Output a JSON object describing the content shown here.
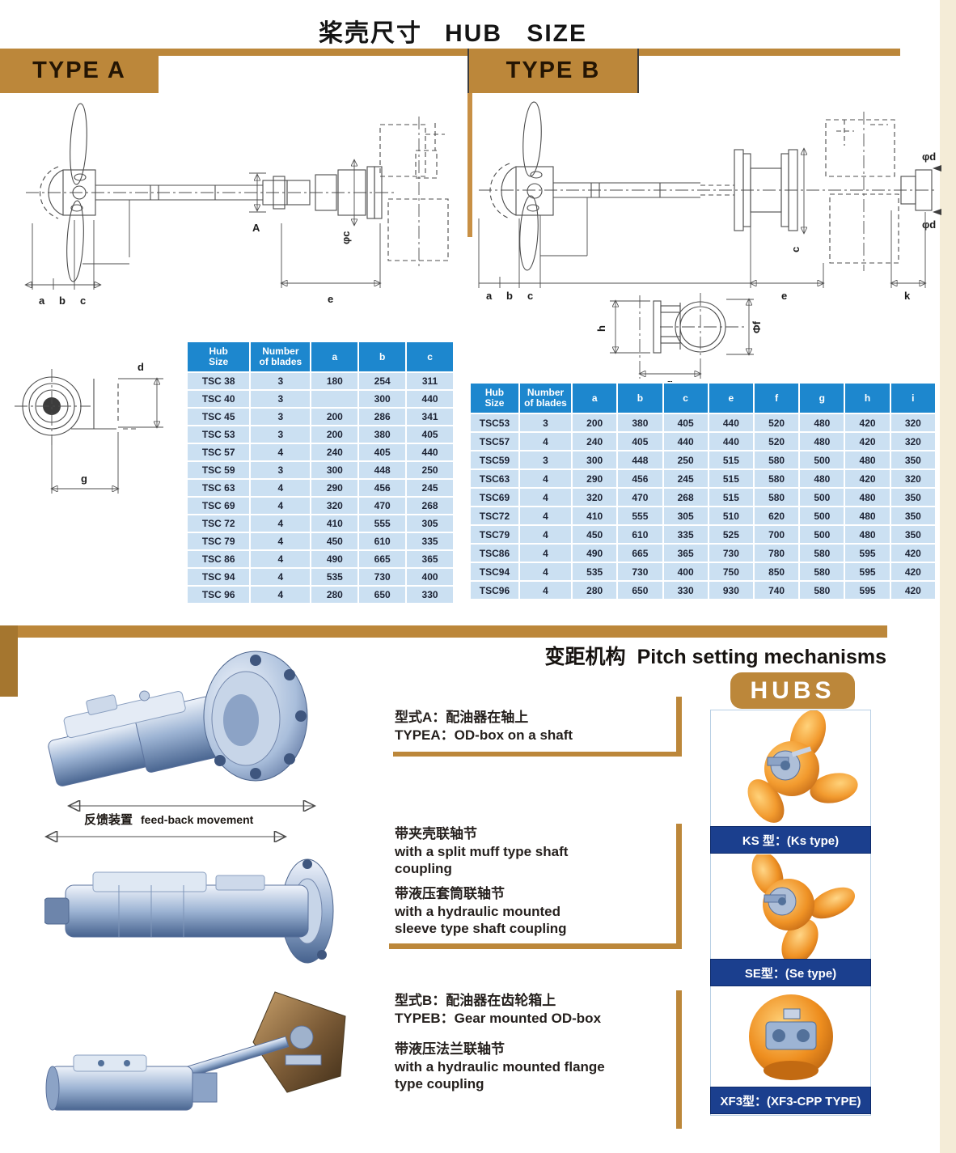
{
  "page": {
    "title_zh": "桨壳尺寸",
    "title_en": "HUB SIZE"
  },
  "type_a": {
    "label": "TYPE A",
    "dims": {
      "a": "a",
      "b": "b",
      "c": "c",
      "A": "A",
      "e": "e",
      "phi_c": "φc"
    }
  },
  "type_b": {
    "label": "TYPE B",
    "dims": {
      "a": "a",
      "b": "b",
      "c": "c",
      "c_dia": "c",
      "e": "e",
      "k": "k",
      "phi_d": "φd",
      "h": "h",
      "phi_f": "Φf",
      "g": "g"
    }
  },
  "hub_detail": {
    "dims": {
      "d": "d",
      "g": "g"
    }
  },
  "table_a": {
    "headers": [
      "Hub\nSize",
      "Number\nof blades",
      "a",
      "b",
      "c"
    ],
    "rows": [
      [
        "TSC 38",
        "3",
        "180",
        "254",
        "311"
      ],
      [
        "TSC 40",
        "3",
        "",
        "300",
        "440"
      ],
      [
        "TSC 45",
        "3",
        "200",
        "286",
        "341"
      ],
      [
        "TSC 53",
        "3",
        "200",
        "380",
        "405"
      ],
      [
        "TSC 57",
        "4",
        "240",
        "405",
        "440"
      ],
      [
        "TSC 59",
        "3",
        "300",
        "448",
        "250"
      ],
      [
        "TSC 63",
        "4",
        "290",
        "456",
        "245"
      ],
      [
        "TSC 69",
        "4",
        "320",
        "470",
        "268"
      ],
      [
        "TSC 72",
        "4",
        "410",
        "555",
        "305"
      ],
      [
        "TSC 79",
        "4",
        "450",
        "610",
        "335"
      ],
      [
        "TSC 86",
        "4",
        "490",
        "665",
        "365"
      ],
      [
        "TSC 94",
        "4",
        "535",
        "730",
        "400"
      ],
      [
        "TSC 96",
        "4",
        "280",
        "650",
        "330"
      ]
    ]
  },
  "table_b": {
    "headers": [
      "Hub\nSize",
      "Number\nof blades",
      "a",
      "b",
      "c",
      "e",
      "f",
      "g",
      "h",
      "i"
    ],
    "rows": [
      [
        "TSC53",
        "3",
        "200",
        "380",
        "405",
        "440",
        "520",
        "480",
        "420",
        "320"
      ],
      [
        "TSC57",
        "4",
        "240",
        "405",
        "440",
        "440",
        "520",
        "480",
        "420",
        "320"
      ],
      [
        "TSC59",
        "3",
        "300",
        "448",
        "250",
        "515",
        "580",
        "500",
        "480",
        "350"
      ],
      [
        "TSC63",
        "4",
        "290",
        "456",
        "245",
        "515",
        "580",
        "480",
        "420",
        "320"
      ],
      [
        "TSC69",
        "4",
        "320",
        "470",
        "268",
        "515",
        "580",
        "500",
        "480",
        "350"
      ],
      [
        "TSC72",
        "4",
        "410",
        "555",
        "305",
        "510",
        "620",
        "500",
        "480",
        "350"
      ],
      [
        "TSC79",
        "4",
        "450",
        "610",
        "335",
        "525",
        "700",
        "500",
        "480",
        "350"
      ],
      [
        "TSC86",
        "4",
        "490",
        "665",
        "365",
        "730",
        "780",
        "580",
        "595",
        "420"
      ],
      [
        "TSC94",
        "4",
        "535",
        "730",
        "400",
        "750",
        "850",
        "580",
        "595",
        "420"
      ],
      [
        "TSC96",
        "4",
        "280",
        "650",
        "330",
        "930",
        "740",
        "580",
        "595",
        "420"
      ]
    ]
  },
  "pitch": {
    "title_zh": "变距机构",
    "title_en": "Pitch setting mechanisms",
    "hubs_label": "HUBS",
    "feedback": {
      "zh": "反馈装置",
      "en": "feed-back movement"
    },
    "blocks": {
      "type_a": {
        "zh": "型式A：配油器在轴上",
        "en": "TYPEA：OD-box on a shaft"
      },
      "split_muff": {
        "zh": "带夹壳联轴节",
        "en": "with a split muff type shaft\ncoupling"
      },
      "sleeve": {
        "zh": "带液压套筒联轴节",
        "en": "with a hydraulic mounted\nsleeve type shaft coupling"
      },
      "type_b": {
        "zh": "型式B：配油器在齿轮箱上",
        "en": "TYPEB：Gear mounted OD-box"
      },
      "flange": {
        "zh": "带液压法兰联轴节",
        "en": "with a hydraulic mounted flange\ntype coupling"
      }
    },
    "hub_types": [
      {
        "label": "KS 型：(Ks type)"
      },
      {
        "label": "SE型：(Se type)"
      },
      {
        "label": "XF3型：(XF3-CPP TYPE)"
      }
    ]
  },
  "colors": {
    "tan": "#bc873a",
    "table_header_blue": "#1d87ce",
    "table_row_blue": "#cbe0f2",
    "navy_label": "#1b3f8e"
  }
}
